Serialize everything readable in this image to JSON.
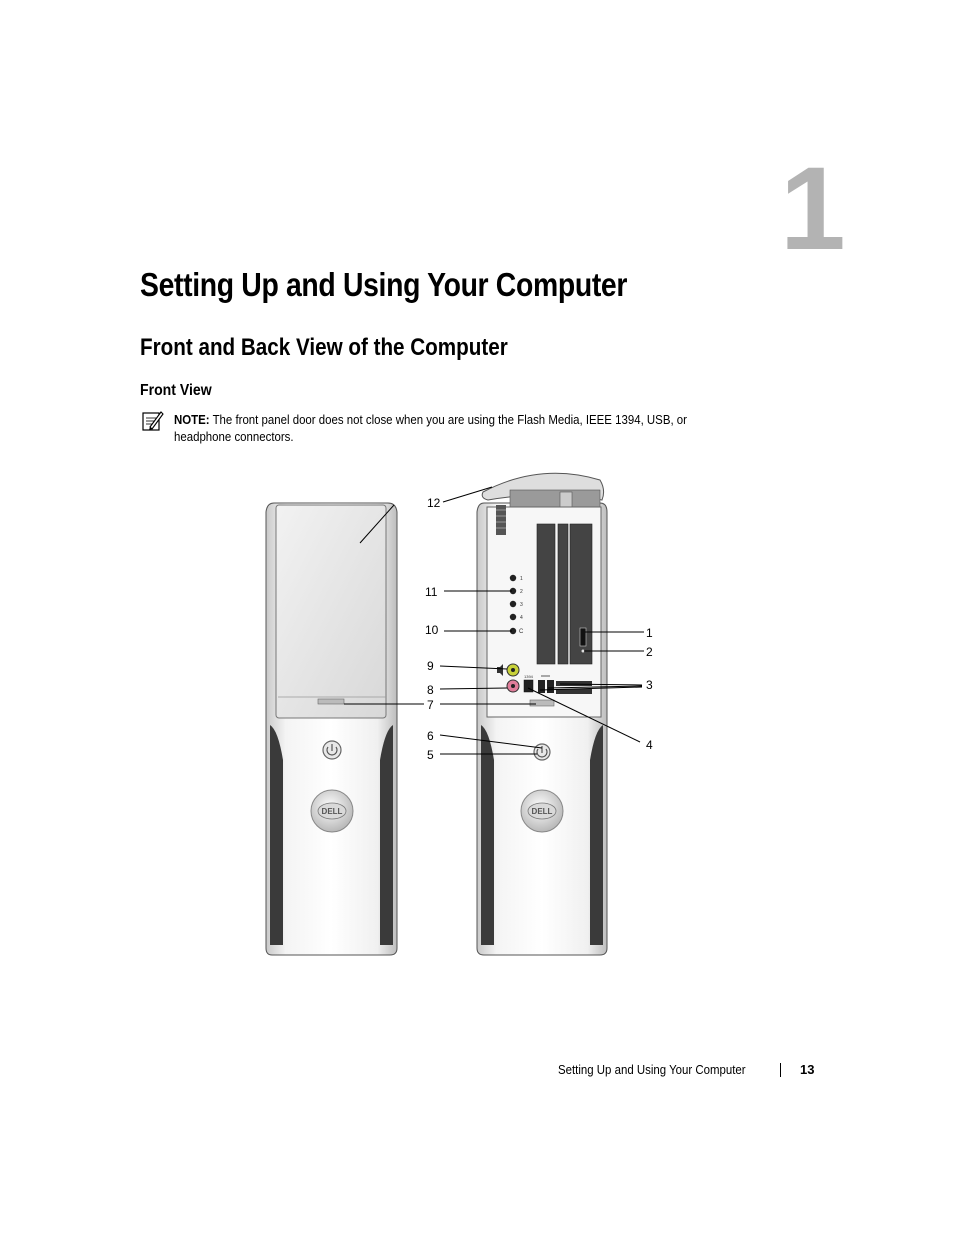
{
  "chapter": {
    "number": "1"
  },
  "title": "Setting Up and Using Your Computer",
  "section": "Front and Back View of the Computer",
  "subsection": "Front View",
  "note": {
    "label": "NOTE:",
    "text": " The front panel door does not close when you are using the Flash Media, IEEE 1394, USB, or headphone connectors."
  },
  "figure": {
    "callouts": [
      "1",
      "2",
      "3",
      "4",
      "5",
      "6",
      "7",
      "8",
      "9",
      "10",
      "11",
      "12"
    ],
    "led_labels": [
      "1",
      "2",
      "3",
      "4",
      "C"
    ],
    "port_label": "1394",
    "logo": "DELL"
  },
  "footer": {
    "title": "Setting Up and Using Your Computer",
    "page": "13"
  }
}
